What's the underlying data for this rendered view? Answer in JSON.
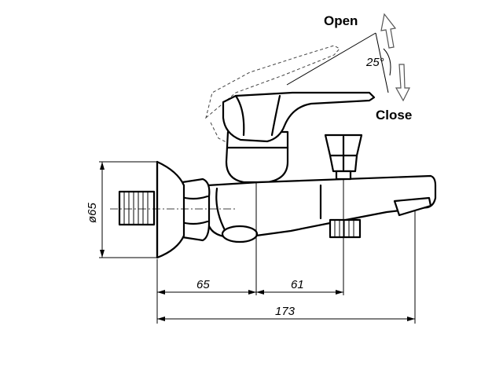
{
  "labels": {
    "open": "Open",
    "close": "Close",
    "angle": "25°"
  },
  "dimensions": {
    "diameter": "ø65",
    "a": "65",
    "b": "61",
    "total": "173"
  }
}
